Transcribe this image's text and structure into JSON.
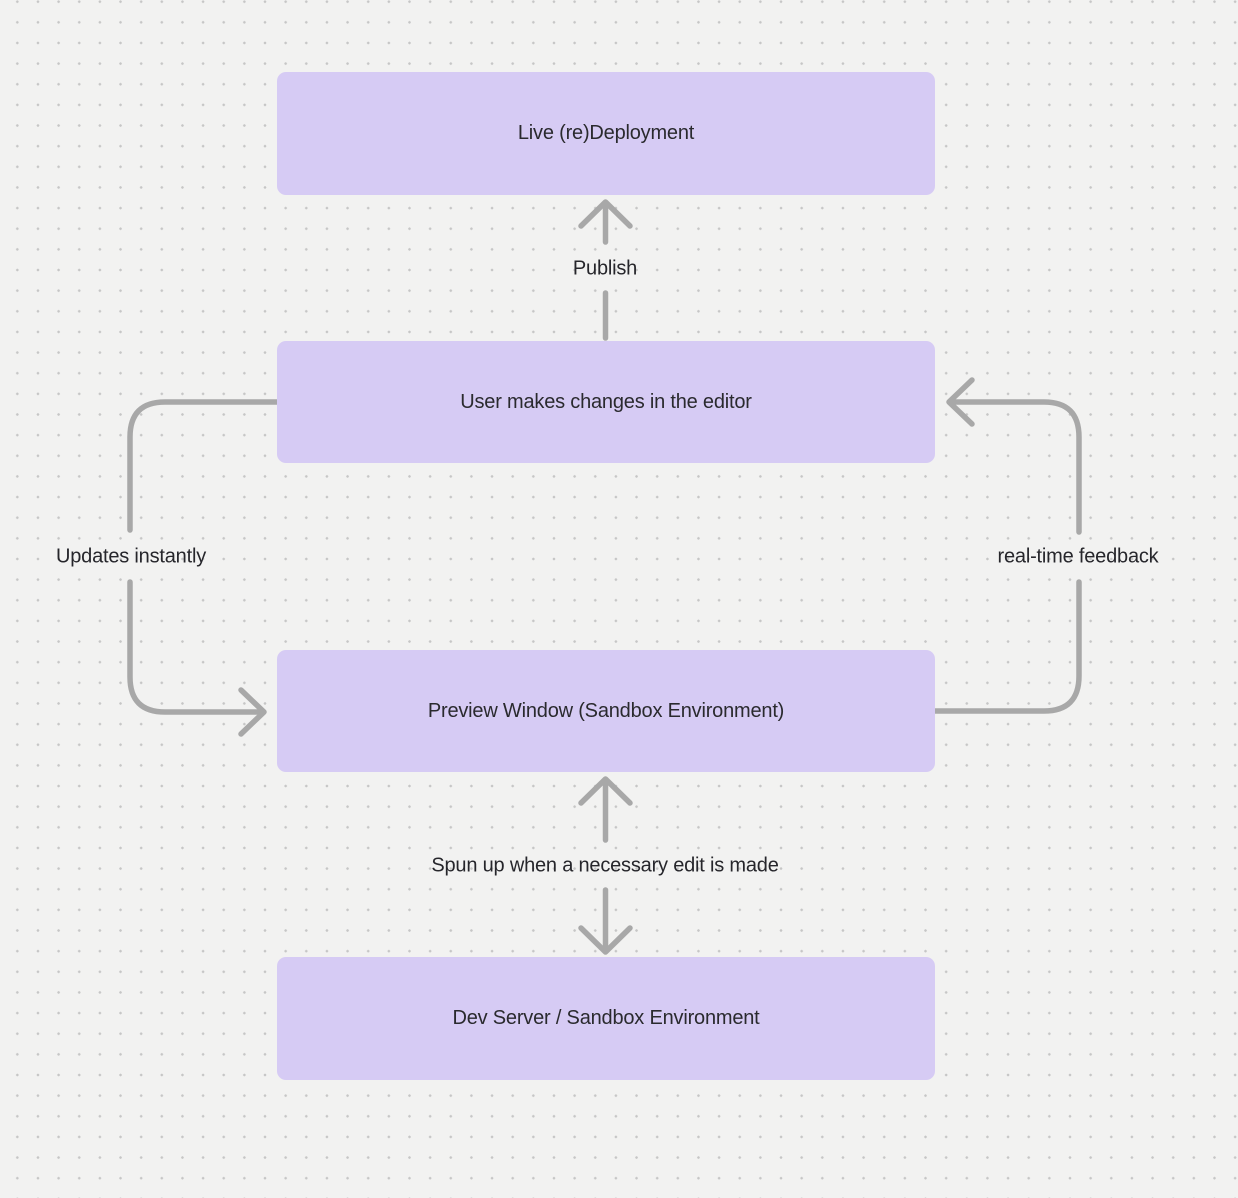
{
  "diagram": {
    "colors": {
      "canvas_bg": "#f2f2f1",
      "canvas_dot": "#c6c6c6",
      "node_fill": "#d6cbf4",
      "node_text": "#2a2a2e",
      "arrow": "#a8a8a8",
      "label_text": "#26262b"
    },
    "nodes": [
      {
        "label": "Live (re)Deployment"
      },
      {
        "label": "User makes changes in the editor"
      },
      {
        "label": "Preview Window (Sandbox Environment)"
      },
      {
        "label": "Dev Server / Sandbox Environment"
      }
    ],
    "edges": [
      {
        "label": "Publish",
        "from": "User makes changes in the editor",
        "to": "Live (re)Deployment",
        "style": "straight-up-arrow"
      },
      {
        "label": "Updates instantly",
        "from": "User makes changes in the editor",
        "to": "Preview Window (Sandbox Environment)",
        "style": "left-side-loop-arrow"
      },
      {
        "label": "real-time feedback",
        "from": "Preview Window (Sandbox Environment)",
        "to": "User makes changes in the editor",
        "style": "right-side-loop-arrow"
      },
      {
        "label": "Spun up when a necessary edit is made",
        "from": "Preview Window (Sandbox Environment)",
        "to": "Dev Server / Sandbox Environment",
        "style": "straight-double-arrow"
      }
    ]
  }
}
